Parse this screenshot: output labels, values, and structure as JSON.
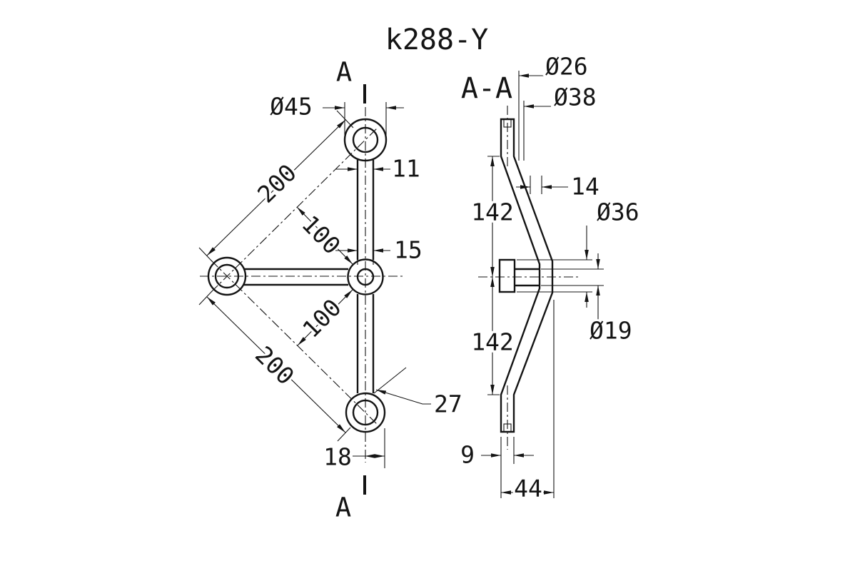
{
  "title": "k288-Y",
  "front_view": {
    "section_label_top": "A",
    "section_label_bottom": "A",
    "dim_boss_diameter": "Ø45",
    "dim_length_top": "200",
    "dim_offset_top": "100",
    "dim_arm_width": "11",
    "dim_center_bore": "15",
    "dim_offset_bottom": "100",
    "dim_length_bottom": "200",
    "dim_arm_width_bottom": "27",
    "dim_edge_offset": "18"
  },
  "section_view": {
    "label": "A-A",
    "dim_bore": "Ø26",
    "dim_boss": "Ø38",
    "dim_plate_offset": "14",
    "dim_span_upper": "142",
    "dim_head_diameter": "Ø36",
    "dim_stud_diameter": "Ø19",
    "dim_span_lower": "142",
    "dim_plate_thickness": "9",
    "dim_depth": "44"
  }
}
